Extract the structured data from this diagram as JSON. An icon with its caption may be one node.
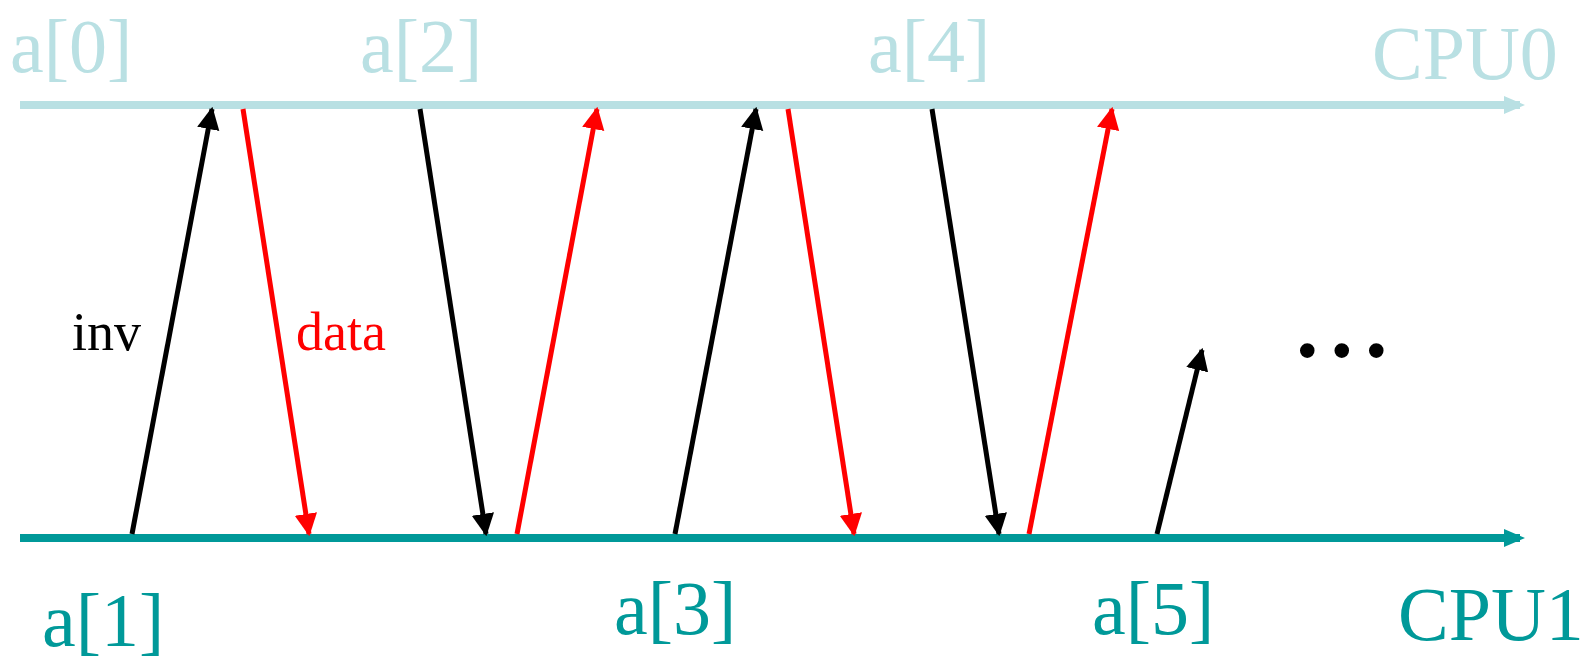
{
  "diagram": {
    "nodes": [
      {
        "text": [
          "CPU0"
        ]
      },
      {
        "text": [
          "CPU1"
        ]
      }
    ],
    "edges": [
      {
        "from": 1,
        "to": 0,
        "arrow": "to",
        "label": "inv"
      },
      {
        "from": 0,
        "to": 1,
        "arrow": "to",
        "label": "data",
        "color": "#ff0000"
      },
      {
        "from": 0,
        "to": 1,
        "arrow": "to"
      },
      {
        "from": 1,
        "to": 0,
        "arrow": "to",
        "color": "#ff0000"
      },
      {
        "from": 1,
        "to": 0,
        "arrow": "to"
      },
      {
        "from": 0,
        "to": 1,
        "arrow": "to",
        "color": "#ff0000"
      },
      {
        "from": 0,
        "to": 1,
        "arrow": "to"
      },
      {
        "from": 1,
        "to": 0,
        "arrow": "to",
        "color": "#ff0000"
      },
      {
        "from": 1,
        "to": null,
        "arrow": "to"
      }
    ],
    "labels": [
      "a[0]",
      "a[2]",
      "a[4]",
      "...",
      "a[1]",
      "a[3]",
      "a[5]"
    ]
  }
}
